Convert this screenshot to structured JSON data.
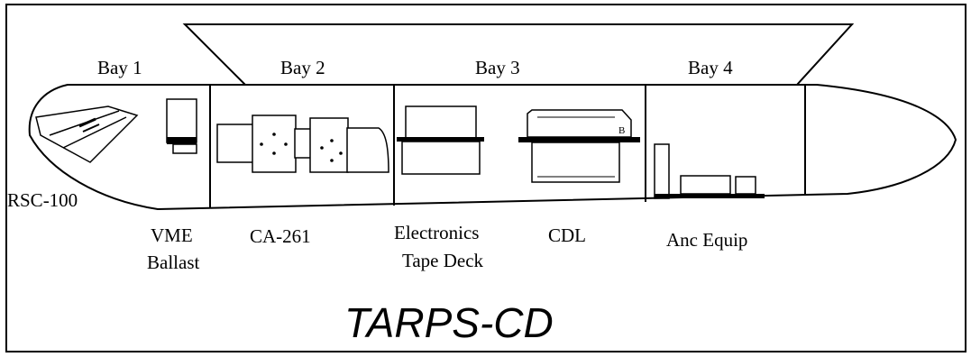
{
  "diagram": {
    "title": "TARPS-CD",
    "bays": [
      "Bay 1",
      "Bay 2",
      "Bay 3",
      "Bay 4"
    ],
    "equipment": {
      "rsc": "RSC-100",
      "vme_line1": "VME",
      "vme_line2": "Ballast",
      "ca261": "CA-261",
      "electronics": "Electronics",
      "tape_deck": "Tape Deck",
      "cdl": "CDL",
      "anc": "Anc Equip",
      "cdl_mark": "B"
    }
  }
}
